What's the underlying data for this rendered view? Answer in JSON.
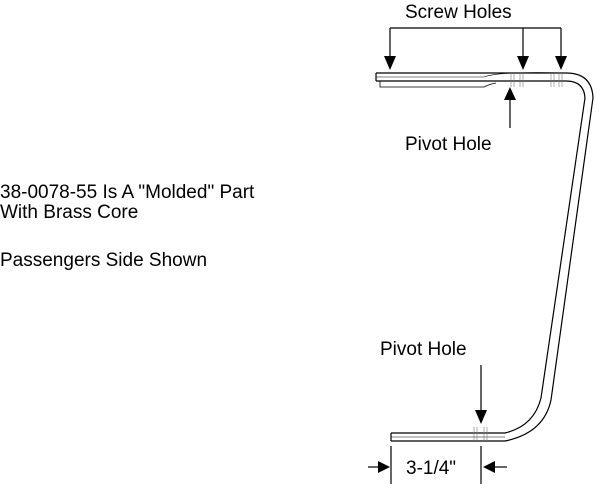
{
  "diagram": {
    "labels": {
      "screw_holes": "Screw Holes",
      "pivot_hole_top": "Pivot Hole",
      "pivot_hole_bottom": "Pivot Hole",
      "dimension": "3-1/4\""
    },
    "notes": {
      "line1": "38-0078-55 Is A \"Molded\" Part",
      "line2": "With Brass Core",
      "line3": "Passengers Side Shown"
    },
    "colors": {
      "stroke": "#000000",
      "background": "#ffffff",
      "hole_lines": "#666666"
    }
  }
}
